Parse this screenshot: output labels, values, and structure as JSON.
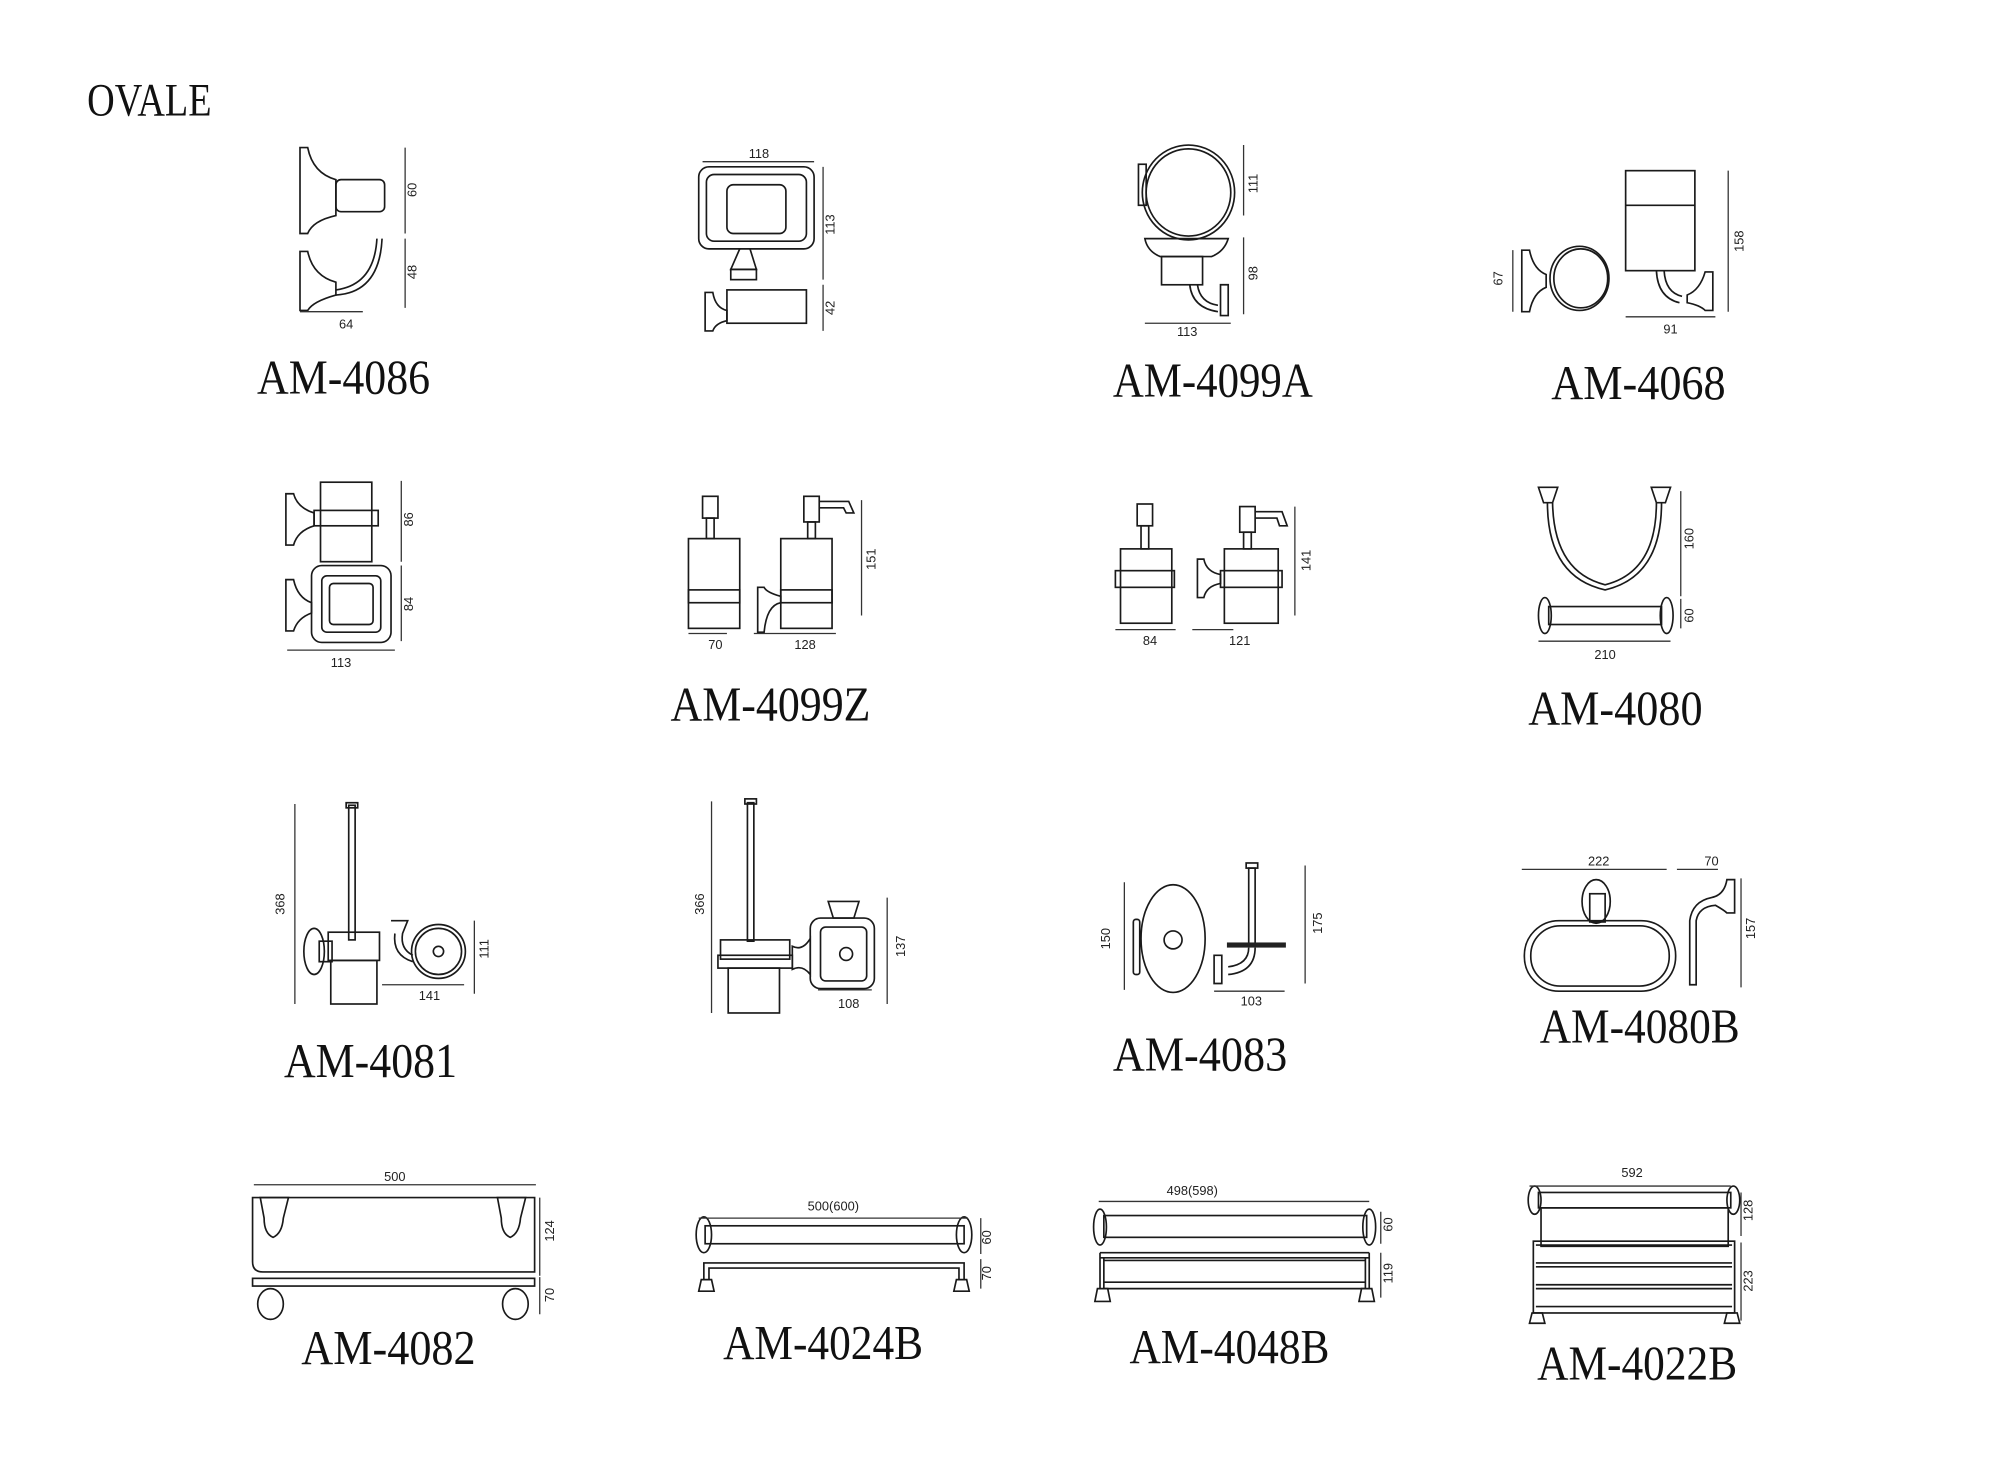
{
  "title": "OVALE",
  "products": [
    {
      "label": "AM-4086",
      "dims": [
        "60",
        "48",
        "64"
      ]
    },
    {
      "dims": [
        "118",
        "113",
        "42"
      ]
    },
    {
      "label": "AM-4099A",
      "dims": [
        "111",
        "98",
        "113"
      ]
    },
    {
      "label": "AM-4068",
      "dims": [
        "67",
        "158",
        "91"
      ]
    },
    {
      "dims": [
        "86",
        "84",
        "113"
      ]
    },
    {
      "label": "AM-4099Z",
      "dims": [
        "151",
        "70",
        "128"
      ]
    },
    {
      "dims": [
        "141",
        "84",
        "121"
      ]
    },
    {
      "label": "AM-4080",
      "dims": [
        "160",
        "60",
        "210"
      ]
    },
    {
      "label": "AM-4081",
      "dims": [
        "368",
        "111",
        "141"
      ]
    },
    {
      "dims": [
        "366",
        "137",
        "108"
      ]
    },
    {
      "label": "AM-4083",
      "dims": [
        "150",
        "175",
        "103"
      ]
    },
    {
      "label": "AM-4080B",
      "dims": [
        "222",
        "70",
        "157"
      ]
    },
    {
      "label": "AM-4082",
      "dims": [
        "500",
        "124",
        "70"
      ]
    },
    {
      "label": "AM-4024B",
      "dims": [
        "500(600)",
        "60",
        "70"
      ]
    },
    {
      "label": "AM-4048B",
      "dims": [
        "498(598)",
        "60",
        "119"
      ]
    },
    {
      "label": "AM-4022B",
      "dims": [
        "592",
        "128",
        "223"
      ]
    }
  ]
}
